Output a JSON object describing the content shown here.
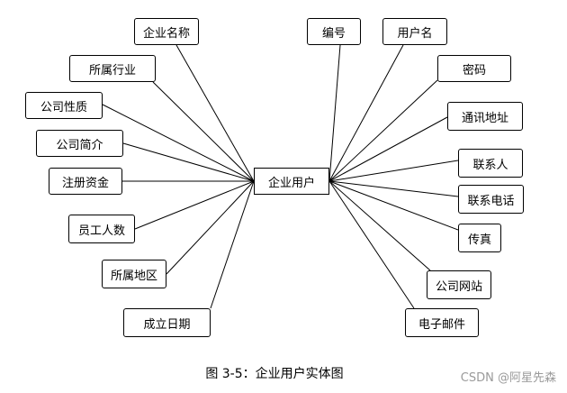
{
  "center": {
    "label": "企业用户"
  },
  "attributes_left": [
    {
      "label": "企业名称"
    },
    {
      "label": "所属行业"
    },
    {
      "label": "公司性质"
    },
    {
      "label": "公司简介"
    },
    {
      "label": "注册资金"
    },
    {
      "label": "员工人数"
    },
    {
      "label": "所属地区"
    },
    {
      "label": "成立日期"
    }
  ],
  "attributes_right": [
    {
      "label": "编号"
    },
    {
      "label": "用户名"
    },
    {
      "label": "密码"
    },
    {
      "label": "通讯地址"
    },
    {
      "label": "联系人"
    },
    {
      "label": "联系电话"
    },
    {
      "label": "传真"
    },
    {
      "label": "公司网站"
    },
    {
      "label": "电子邮件"
    }
  ],
  "caption": "图 3-5：企业用户实体图",
  "watermark": "CSDN @阿星先森"
}
